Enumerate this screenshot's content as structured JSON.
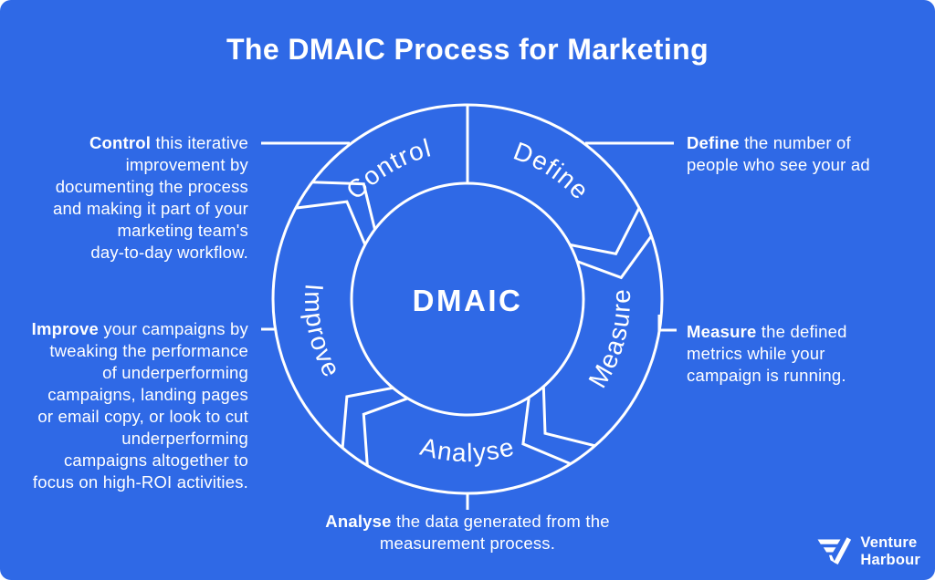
{
  "colors": {
    "background": "#2f69e6",
    "foreground": "#ffffff"
  },
  "title": "The DMAIC Process for Marketing",
  "diagram": {
    "center_label": "DMAIC",
    "segments": {
      "define": "Define",
      "measure": "Measure",
      "analyse": "Analyse",
      "improve": "Improve",
      "control": "Control"
    },
    "flow_order": [
      "Define",
      "Measure",
      "Analyse",
      "Improve",
      "Control"
    ]
  },
  "annotations": {
    "control": {
      "lead": "Control",
      "first_line_rest": " this iterative",
      "lines": [
        "improvement by",
        "documenting the process",
        "and making it part of your",
        "marketing team's",
        "day-to-day workflow."
      ]
    },
    "define": {
      "lead": "Define",
      "first_line_rest": " the number of",
      "lines": [
        "people who see your ad"
      ]
    },
    "measure": {
      "lead": "Measure",
      "first_line_rest": " the defined",
      "lines": [
        "metrics while your",
        "campaign is running."
      ]
    },
    "improve": {
      "lead": "Improve",
      "first_line_rest": " your campaigns by",
      "lines": [
        "tweaking the performance",
        "of underperforming",
        "campaigns, landing pages",
        "or email copy, or look to cut",
        "underperforming",
        "campaigns altogether to",
        "focus on high-ROI activities."
      ]
    },
    "analyse": {
      "lead": "Analyse",
      "first_line_rest": " the data generated from the",
      "lines": [
        "measurement process."
      ]
    }
  },
  "logo": {
    "mark_icon": "venture-harbour-v-mark",
    "line1": "Venture",
    "line2": "Harbour"
  }
}
